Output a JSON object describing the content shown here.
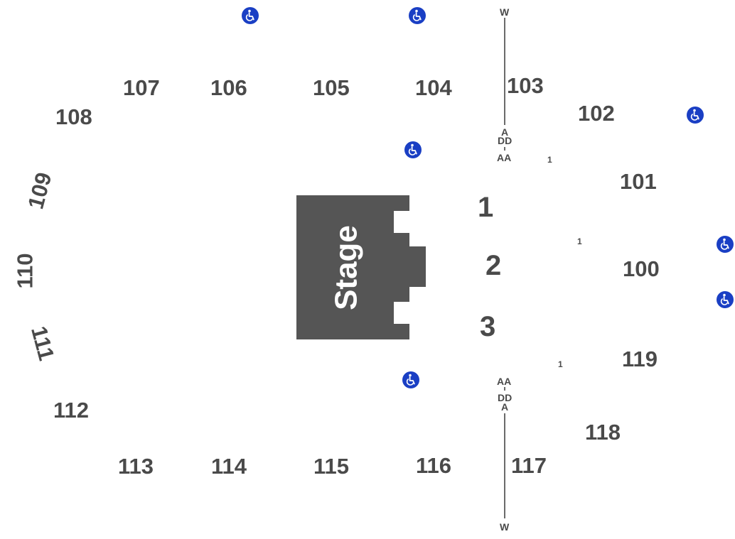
{
  "stage": {
    "label": "Stage",
    "fill": "#555555",
    "text_color": "#ffffff"
  },
  "sections": {
    "s107": "107",
    "s106": "106",
    "s105": "105",
    "s104": "104",
    "s103": "103",
    "s108": "108",
    "s102": "102",
    "s101": "101",
    "s109": "109",
    "s110": "110",
    "s100": "100",
    "s111": "111",
    "s119": "119",
    "s112": "112",
    "s118": "118",
    "s113": "113",
    "s114": "114",
    "s115": "115",
    "s116": "116",
    "s117": "117",
    "floor1": "1",
    "floor2": "2",
    "floor3": "3"
  },
  "aisle_top": {
    "end": "W",
    "row_a": "A",
    "row_dd": "DD",
    "row_aa": "AA"
  },
  "aisle_bottom": {
    "end": "W",
    "row_a": "A",
    "row_dd": "DD",
    "row_aa": "AA"
  },
  "row_markers": {
    "m1": "1",
    "m2": "1",
    "m3": "1"
  },
  "icons": {
    "accessible": "wheelchair-icon",
    "accessible_color": "#1a3fc4"
  },
  "colors": {
    "text": "#4a4a4a",
    "background": "#ffffff"
  }
}
